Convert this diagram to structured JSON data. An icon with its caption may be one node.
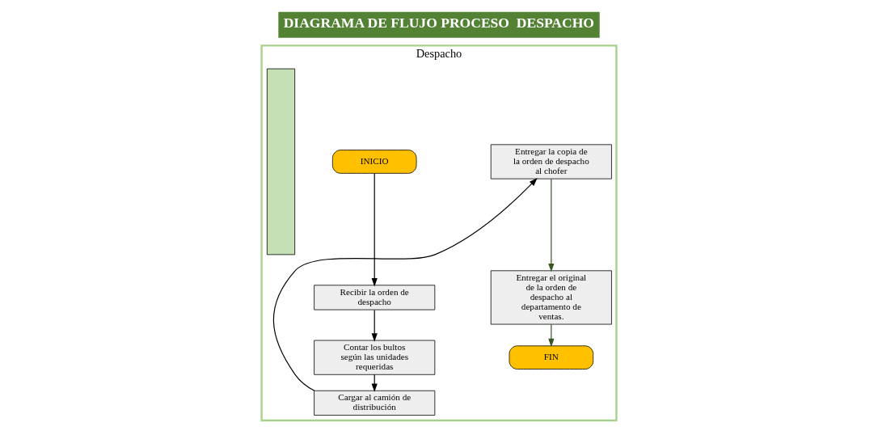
{
  "diagram": {
    "title": "DIAGRAMA DE FLUJO PROCESO  DESPACHO",
    "nodes": [
      {
        "text": [
          "Despacho"
        ]
      },
      {
        "text": [],
        "shape": "box",
        "in": 0
      },
      {
        "text": [
          "INICIO"
        ],
        "in": 0
      },
      {
        "text": [
          "Recibir la orden de despacho"
        ],
        "in": 0
      },
      {
        "text": [
          "Contar los bultos según las unidades requeridas"
        ],
        "in": 0
      },
      {
        "text": [
          "Cargar al camión de distribución"
        ],
        "in": 0
      },
      {
        "text": [
          "Entregar la copia de la orden de despacho al chofer"
        ],
        "in": 0
      },
      {
        "text": [
          "Entregar el original de la orden de despacho al departamento de ventas."
        ],
        "in": 0
      },
      {
        "text": [
          "FIN"
        ],
        "in": 0
      }
    ],
    "edges": [
      {
        "from": 2,
        "to": 3,
        "arrow": "to"
      },
      {
        "from": 3,
        "to": 4,
        "arrow": "to"
      },
      {
        "from": 4,
        "to": 5,
        "arrow": "to"
      },
      {
        "from": 5,
        "to": 6,
        "arrow": "to"
      },
      {
        "from": 6,
        "to": 7,
        "arrow": "to",
        "color": "#375623"
      },
      {
        "from": 7,
        "to": 8,
        "arrow": "to",
        "color": "#375623"
      }
    ]
  }
}
